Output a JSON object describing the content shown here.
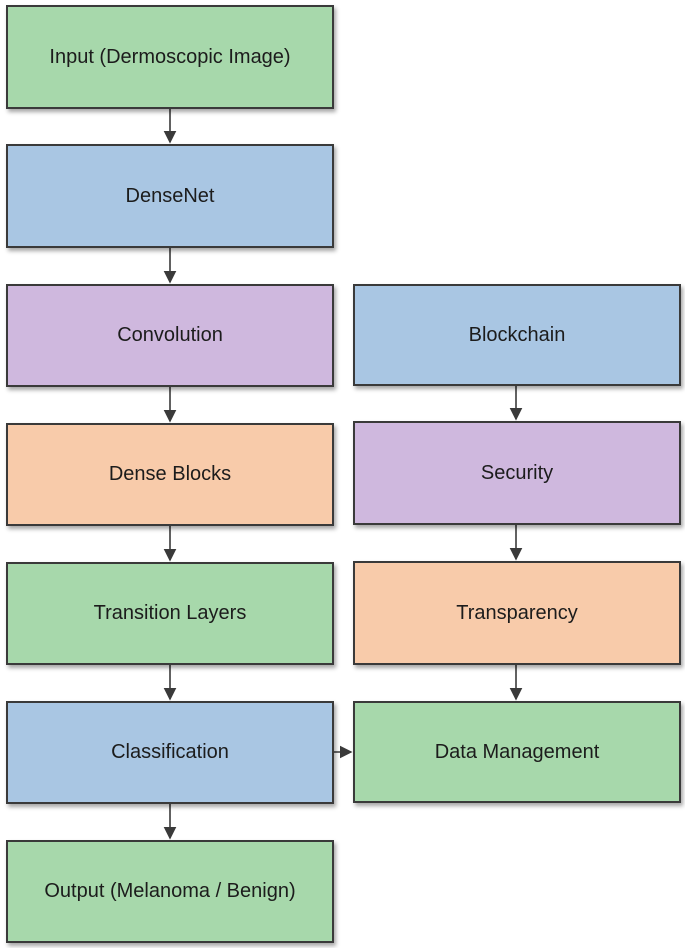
{
  "left_column": {
    "input": "Input (Dermoscopic Image)",
    "densenet": "DenseNet",
    "convolution": "Convolution",
    "dense_blocks": "Dense Blocks",
    "transition_layers": "Transition Layers",
    "classification": "Classification",
    "output": "Output (Melanoma / Benign)"
  },
  "right_column": {
    "blockchain": "Blockchain",
    "security": "Security",
    "transparency": "Transparency",
    "data_management": "Data Management"
  },
  "colors": {
    "green": "#a7d8ab",
    "blue": "#a9c6e3",
    "purple": "#cfb8de",
    "orange": "#f8cbaa",
    "border": "#3a3a3a"
  }
}
